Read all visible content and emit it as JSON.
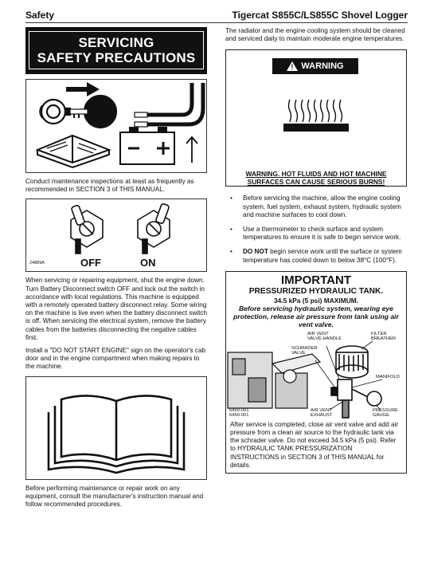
{
  "header": {
    "section": "Safety",
    "title": "Tigercat S855C/LS855C Shovel Logger"
  },
  "left": {
    "banner_line1": "SERVICING",
    "banner_line2": "SAFETY PRECAUTIONS",
    "para1": "Conduct maintenance inspections at least as frequently as recommended in SECTION 3 of THIS MANUAL.",
    "switch_fig": {
      "code": "24889A",
      "off_label": "OFF",
      "on_label": "ON"
    },
    "para2": "When servicing or repairing equipment, shut the engine down. Turn Battery Disconnect switch OFF and lock out the switch in accordance with local regulations. This machine is equipped with a remotely operated battery disconnect relay. Some wiring on the machine is live even when the battery disconnect switch is off. When servicing the electrical system, remove the battery cables from the batteries disconnecting the negative cables first.",
    "para3": "Install a \"DO NOT START ENGINE\" sign on the operator's cab door and in the engine compartment when making repairs to the machine.",
    "para4": "Before performing maintenance or repair work on any equipment, consult the manufacturer's instruction manual and follow recommended procedures."
  },
  "right": {
    "intro": "The radiator and the engine cooling system should be cleaned and serviced daily to maintain moderate engine temperatures.",
    "warning": {
      "badge": "WARNING",
      "caption_line1": "WARNING. HOT FLUIDS AND HOT MACHINE",
      "caption_line2": "SURFACES CAN CAUSE SERIOUS BURNS!"
    },
    "bullets": [
      {
        "text": "Before servicing the machine, allow the engine cooling system, fuel system, exhaust system, hydraulic system and machine surfaces to cool down."
      },
      {
        "text": "Use a thermometer to check surface and system temperatures to ensure it is safe to begin service work."
      },
      {
        "strong": "DO NOT",
        "text": " begin service work until the surface or system temperature has cooled down to below 38°C (100°F)."
      }
    ],
    "important": {
      "title": "IMPORTANT",
      "subtitle": "PRESSURIZED HYDRAULIC TANK.",
      "spec": "34.5 kPa (5 psi) MAXIMUM.",
      "instruction": "Before servicing hydraulic system, wearing eye protection, release air pressure from tank using air vent valve.",
      "labels": {
        "air_vent_valve_handle": "AIR VENT VALVE HANDLE",
        "filter_breather": "FILTER BREATHER",
        "schrader_valve": "SCHRADER VALVE",
        "manifold": "MANIFOLD",
        "air_vent_exhaust": "AIR VENT EXHAUST",
        "pressure_gauge": "PRESSURE GAUGE",
        "code1": "6450-001",
        "code2": "6450-001"
      },
      "after_text": "After service is completed, close air vent valve and add air pressure from a clean air source to the hydraulic tank via the schrader valve. Do not exceed 34.5 kPa (5 psi). Refer to HYDRAULIC TANK PRESSURIZATION INSTRUCTIONS in SECTION 3 of THIS MANUAL for details."
    }
  }
}
